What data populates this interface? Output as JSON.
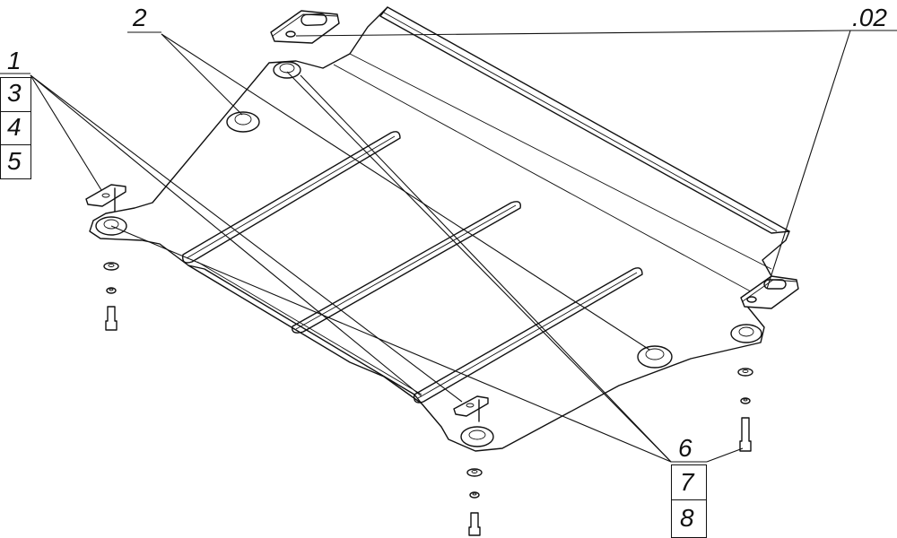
{
  "callouts": {
    "label_1": "1",
    "label_3": "3",
    "label_4": "4",
    "label_5": "5",
    "label_2": "2",
    "label_02": ".02",
    "label_6": "6",
    "label_7": "7",
    "label_8": "8"
  },
  "colors": {
    "line": "#111111",
    "background": "#ffffff"
  }
}
